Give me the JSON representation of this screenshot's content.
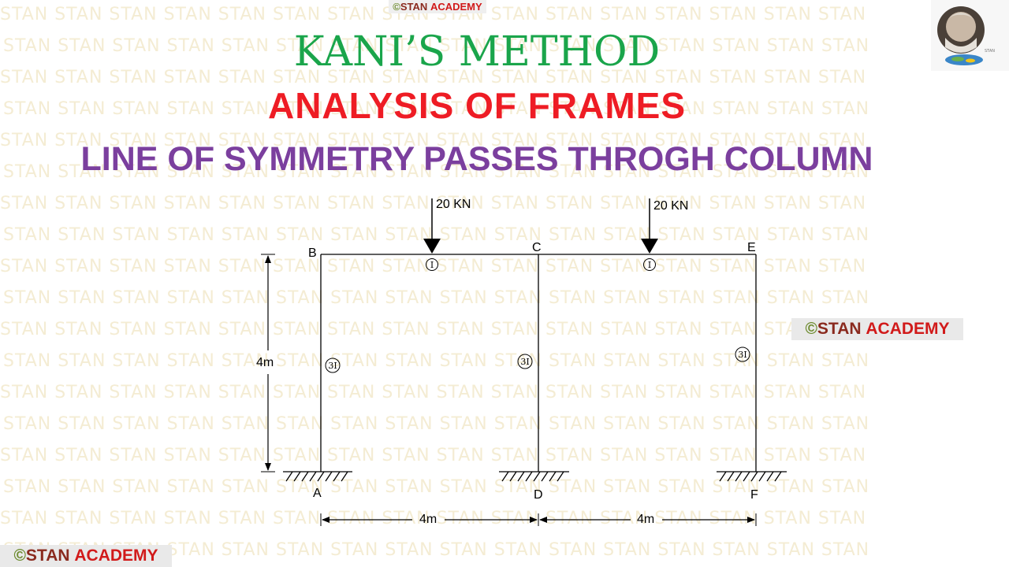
{
  "watermark": {
    "text": "STAN"
  },
  "top_badge": {
    "copyright": "©",
    "stan": "STAN",
    "academy": "ACADEMY"
  },
  "titles": {
    "line1": "KANI’S   METHOD",
    "line2": "ANALYSIS  OF  FRAMES",
    "line3": "LINE  OF  SYMMETRY  PASSES THROGH  COLUMN"
  },
  "side_badge": {
    "copyright": "©",
    "stan": "STAN",
    "academy": "ACADEMY"
  },
  "bottom_badge": {
    "copyright": "©",
    "stan": "STAN",
    "academy": "ACADEMY"
  },
  "logo": {
    "text": "STAN"
  },
  "diagram": {
    "loads": [
      "20 KN",
      "20 KN"
    ],
    "nodes": {
      "A": "A",
      "B": "B",
      "C": "C",
      "D": "D",
      "E": "E",
      "F": "F"
    },
    "beam_stiffness": [
      "I",
      "I"
    ],
    "column_stiffness": [
      "3I",
      "3I",
      "3I"
    ],
    "height_dim": "4m",
    "span_dims": [
      "4m",
      "4m"
    ]
  },
  "colors": {
    "green_title": "#1aa54b",
    "red_title": "#ee1c24",
    "purple_title": "#7b3f9e",
    "watermark": "#f4ecd3",
    "badge_bg": "#e9e9e9"
  }
}
